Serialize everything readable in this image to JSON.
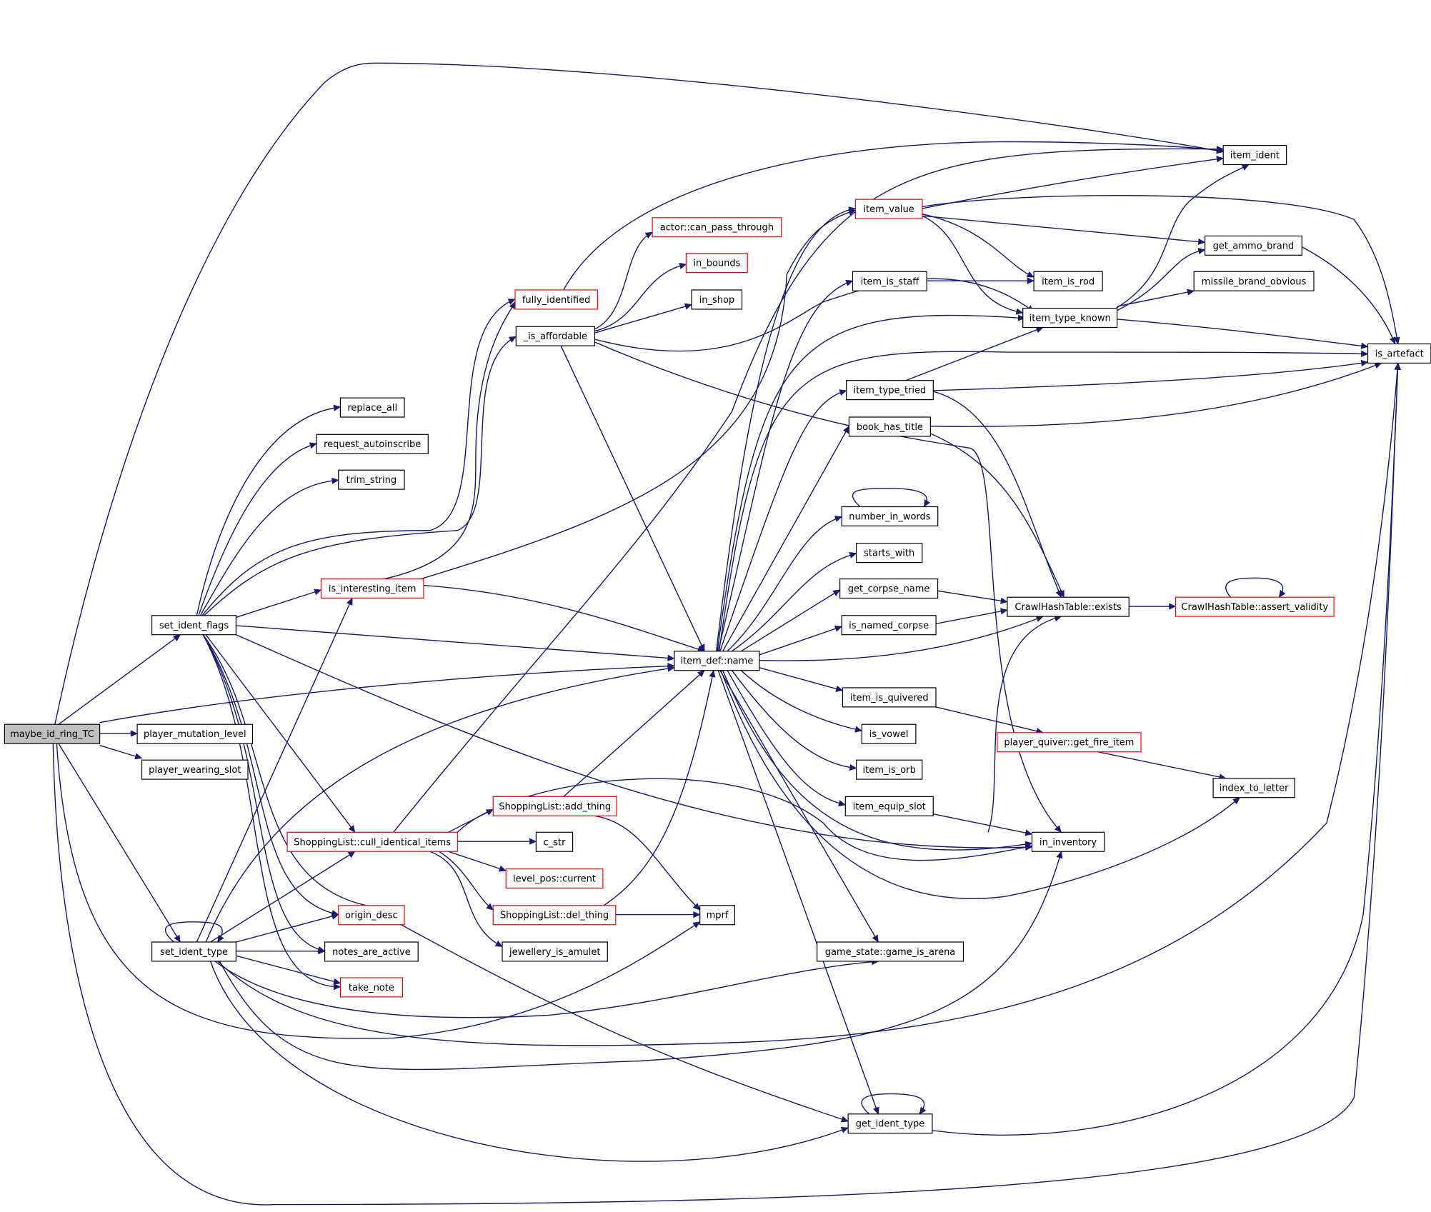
{
  "title": "maybe_id_ring_TC call graph",
  "colors": {
    "edge": "#191970",
    "node_border": "#000000",
    "undocumented_border": "#ff0000",
    "root_fill": "#bfbfbf",
    "node_fill": "#ffffff"
  },
  "nodes": [
    {
      "id": "maybe_id_ring_TC",
      "label": "maybe_id_ring_TC",
      "border": "black",
      "root": true
    },
    {
      "id": "set_ident_flags",
      "label": "set_ident_flags",
      "border": "black"
    },
    {
      "id": "player_mutation_level",
      "label": "player_mutation_level",
      "border": "black"
    },
    {
      "id": "player_wearing_slot",
      "label": "player_wearing_slot",
      "border": "black"
    },
    {
      "id": "set_ident_type",
      "label": "set_ident_type",
      "border": "black"
    },
    {
      "id": "fully_identified",
      "label": "fully_identified",
      "border": "red"
    },
    {
      "id": "_is_affordable",
      "label": "_is_affordable",
      "border": "black"
    },
    {
      "id": "replace_all",
      "label": "replace_all",
      "border": "black"
    },
    {
      "id": "request_autoinscribe",
      "label": "request_autoinscribe",
      "border": "black"
    },
    {
      "id": "trim_string",
      "label": "trim_string",
      "border": "black"
    },
    {
      "id": "is_interesting_item",
      "label": "is_interesting_item",
      "border": "red"
    },
    {
      "id": "ShoppingList_cull",
      "label": "ShoppingList::cull_identical_items",
      "border": "red"
    },
    {
      "id": "origin_desc",
      "label": "origin_desc",
      "border": "red"
    },
    {
      "id": "notes_are_active",
      "label": "notes_are_active",
      "border": "black"
    },
    {
      "id": "take_note",
      "label": "take_note",
      "border": "red"
    },
    {
      "id": "actor_can_pass",
      "label": "actor::can_pass_through",
      "border": "red"
    },
    {
      "id": "in_bounds",
      "label": "in_bounds",
      "border": "red"
    },
    {
      "id": "in_shop",
      "label": "in_shop",
      "border": "black"
    },
    {
      "id": "ShoppingList_add",
      "label": "ShoppingList::add_thing",
      "border": "red"
    },
    {
      "id": "c_str",
      "label": "c_str",
      "border": "black"
    },
    {
      "id": "level_pos_current",
      "label": "level_pos::current",
      "border": "red"
    },
    {
      "id": "ShoppingList_del",
      "label": "ShoppingList::del_thing",
      "border": "red"
    },
    {
      "id": "jewellery_is_amulet",
      "label": "jewellery_is_amulet",
      "border": "black"
    },
    {
      "id": "item_def_name",
      "label": "item_def::name",
      "border": "black"
    },
    {
      "id": "mprf",
      "label": "mprf",
      "border": "black"
    },
    {
      "id": "item_value",
      "label": "item_value",
      "border": "red"
    },
    {
      "id": "item_is_staff",
      "label": "item_is_staff",
      "border": "black"
    },
    {
      "id": "item_type_tried",
      "label": "item_type_tried",
      "border": "black"
    },
    {
      "id": "book_has_title",
      "label": "book_has_title",
      "border": "black"
    },
    {
      "id": "number_in_words",
      "label": "number_in_words",
      "border": "black"
    },
    {
      "id": "starts_with",
      "label": "starts_with",
      "border": "black"
    },
    {
      "id": "get_corpse_name",
      "label": "get_corpse_name",
      "border": "black"
    },
    {
      "id": "is_named_corpse",
      "label": "is_named_corpse",
      "border": "black"
    },
    {
      "id": "item_is_quivered",
      "label": "item_is_quivered",
      "border": "black"
    },
    {
      "id": "is_vowel",
      "label": "is_vowel",
      "border": "black"
    },
    {
      "id": "item_is_orb",
      "label": "item_is_orb",
      "border": "black"
    },
    {
      "id": "item_equip_slot",
      "label": "item_equip_slot",
      "border": "black"
    },
    {
      "id": "game_is_arena",
      "label": "game_state::game_is_arena",
      "border": "black"
    },
    {
      "id": "get_ident_type",
      "label": "get_ident_type",
      "border": "black"
    },
    {
      "id": "item_ident",
      "label": "item_ident",
      "border": "black"
    },
    {
      "id": "get_ammo_brand",
      "label": "get_ammo_brand",
      "border": "black"
    },
    {
      "id": "missile_brand_obvious",
      "label": "missile_brand_obvious",
      "border": "black"
    },
    {
      "id": "item_is_rod",
      "label": "item_is_rod",
      "border": "black"
    },
    {
      "id": "item_type_known",
      "label": "item_type_known",
      "border": "black"
    },
    {
      "id": "crawl_exists",
      "label": "CrawlHashTable::exists",
      "border": "black"
    },
    {
      "id": "crawl_assert",
      "label": "CrawlHashTable::assert_validity",
      "border": "red"
    },
    {
      "id": "get_fire_item",
      "label": "player_quiver::get_fire_item",
      "border": "red"
    },
    {
      "id": "index_to_letter",
      "label": "index_to_letter",
      "border": "black"
    },
    {
      "id": "in_inventory",
      "label": "in_inventory",
      "border": "black"
    },
    {
      "id": "is_artefact",
      "label": "is_artefact",
      "border": "black"
    }
  ],
  "edges": [
    [
      "maybe_id_ring_TC",
      "set_ident_flags"
    ],
    [
      "maybe_id_ring_TC",
      "player_mutation_level"
    ],
    [
      "maybe_id_ring_TC",
      "player_wearing_slot"
    ],
    [
      "maybe_id_ring_TC",
      "set_ident_type"
    ],
    [
      "maybe_id_ring_TC",
      "item_def_name"
    ],
    [
      "maybe_id_ring_TC",
      "item_ident"
    ],
    [
      "maybe_id_ring_TC",
      "is_artefact"
    ],
    [
      "maybe_id_ring_TC",
      "mprf"
    ],
    [
      "set_ident_flags",
      "replace_all"
    ],
    [
      "set_ident_flags",
      "request_autoinscribe"
    ],
    [
      "set_ident_flags",
      "trim_string"
    ],
    [
      "set_ident_flags",
      "fully_identified"
    ],
    [
      "set_ident_flags",
      "_is_affordable"
    ],
    [
      "set_ident_flags",
      "is_interesting_item"
    ],
    [
      "set_ident_flags",
      "item_def_name"
    ],
    [
      "set_ident_flags",
      "ShoppingList_cull"
    ],
    [
      "set_ident_flags",
      "origin_desc"
    ],
    [
      "set_ident_flags",
      "notes_are_active"
    ],
    [
      "set_ident_flags",
      "take_note"
    ],
    [
      "set_ident_flags",
      "in_inventory"
    ],
    [
      "set_ident_flags",
      "get_ident_type"
    ],
    [
      "set_ident_type",
      "set_ident_type"
    ],
    [
      "set_ident_type",
      "is_interesting_item"
    ],
    [
      "set_ident_type",
      "ShoppingList_cull"
    ],
    [
      "set_ident_type",
      "origin_desc"
    ],
    [
      "set_ident_type",
      "notes_are_active"
    ],
    [
      "set_ident_type",
      "take_note"
    ],
    [
      "set_ident_type",
      "item_def_name"
    ],
    [
      "set_ident_type",
      "game_is_arena"
    ],
    [
      "set_ident_type",
      "get_ident_type"
    ],
    [
      "set_ident_type",
      "in_inventory"
    ],
    [
      "set_ident_type",
      "is_artefact"
    ],
    [
      "fully_identified",
      "item_ident"
    ],
    [
      "_is_affordable",
      "actor_can_pass"
    ],
    [
      "_is_affordable",
      "in_bounds"
    ],
    [
      "_is_affordable",
      "in_shop"
    ],
    [
      "_is_affordable",
      "item_type_known"
    ],
    [
      "_is_affordable",
      "item_def_name"
    ],
    [
      "_is_affordable",
      "in_inventory"
    ],
    [
      "is_interesting_item",
      "item_def_name"
    ],
    [
      "is_interesting_item",
      "fully_identified"
    ],
    [
      "is_interesting_item",
      "item_value"
    ],
    [
      "ShoppingList_cull",
      "ShoppingList_add"
    ],
    [
      "ShoppingList_cull",
      "c_str"
    ],
    [
      "ShoppingList_cull",
      "level_pos_current"
    ],
    [
      "ShoppingList_cull",
      "ShoppingList_del"
    ],
    [
      "ShoppingList_cull",
      "jewellery_is_amulet"
    ],
    [
      "ShoppingList_cull",
      "in_inventory"
    ],
    [
      "ShoppingList_cull",
      "item_ident"
    ],
    [
      "ShoppingList_add",
      "item_def_name"
    ],
    [
      "ShoppingList_add",
      "mprf"
    ],
    [
      "ShoppingList_del",
      "item_def_name"
    ],
    [
      "ShoppingList_del",
      "mprf"
    ],
    [
      "item_def_name",
      "item_value"
    ],
    [
      "item_def_name",
      "item_is_staff"
    ],
    [
      "item_def_name",
      "item_type_tried"
    ],
    [
      "item_def_name",
      "book_has_title"
    ],
    [
      "item_def_name",
      "number_in_words"
    ],
    [
      "item_def_name",
      "starts_with"
    ],
    [
      "item_def_name",
      "get_corpse_name"
    ],
    [
      "item_def_name",
      "is_named_corpse"
    ],
    [
      "item_def_name",
      "item_is_quivered"
    ],
    [
      "item_def_name",
      "is_vowel"
    ],
    [
      "item_def_name",
      "item_is_orb"
    ],
    [
      "item_def_name",
      "item_equip_slot"
    ],
    [
      "item_def_name",
      "game_is_arena"
    ],
    [
      "item_def_name",
      "get_ident_type"
    ],
    [
      "item_def_name",
      "item_type_known"
    ],
    [
      "item_def_name",
      "is_artefact"
    ],
    [
      "item_def_name",
      "crawl_exists"
    ],
    [
      "item_def_name",
      "in_inventory"
    ],
    [
      "item_def_name",
      "index_to_letter"
    ],
    [
      "item_value",
      "item_ident"
    ],
    [
      "item_value",
      "get_ammo_brand"
    ],
    [
      "item_value",
      "item_is_rod"
    ],
    [
      "item_value",
      "item_type_known"
    ],
    [
      "item_value",
      "is_artefact"
    ],
    [
      "item_is_staff",
      "item_is_rod"
    ],
    [
      "item_type_tried",
      "item_type_known"
    ],
    [
      "item_type_tried",
      "is_artefact"
    ],
    [
      "item_type_tried",
      "crawl_exists"
    ],
    [
      "book_has_title",
      "is_artefact"
    ],
    [
      "book_has_title",
      "crawl_exists"
    ],
    [
      "number_in_words",
      "number_in_words"
    ],
    [
      "get_corpse_name",
      "crawl_exists"
    ],
    [
      "is_named_corpse",
      "crawl_exists"
    ],
    [
      "item_is_quivered",
      "get_fire_item"
    ],
    [
      "get_fire_item",
      "index_to_letter"
    ],
    [
      "item_equip_slot",
      "in_inventory"
    ],
    [
      "get_ident_type",
      "get_ident_type"
    ],
    [
      "get_ident_type",
      "is_artefact"
    ],
    [
      "item_type_known",
      "item_ident"
    ],
    [
      "item_type_known",
      "get_ammo_brand"
    ],
    [
      "item_type_known",
      "missile_brand_obvious"
    ],
    [
      "item_type_known",
      "is_artefact"
    ],
    [
      "get_ammo_brand",
      "is_artefact"
    ],
    [
      "crawl_exists",
      "crawl_assert"
    ],
    [
      "crawl_assert",
      "crawl_assert"
    ],
    [
      "in_inventory",
      "crawl_exists"
    ]
  ]
}
